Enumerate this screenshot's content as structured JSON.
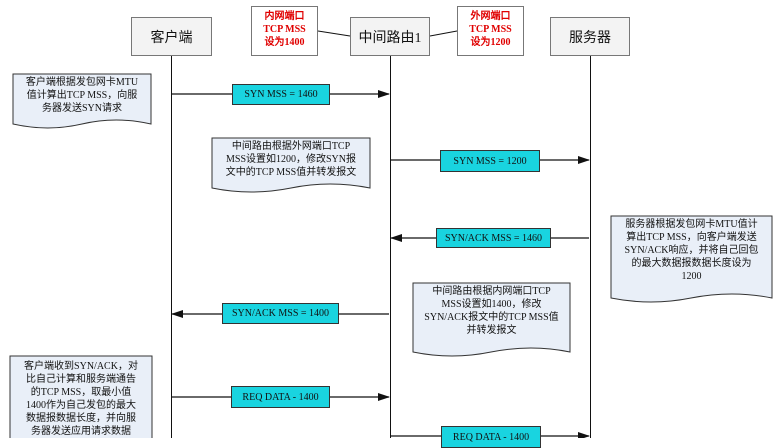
{
  "participants": {
    "client": "客户端",
    "router": "中间路由1",
    "server": "服务器"
  },
  "ports": {
    "inner": [
      "内网端口",
      "TCP MSS",
      "设为1400"
    ],
    "outer": [
      "外网端口",
      "TCP MSS",
      "设为1200"
    ]
  },
  "messages": {
    "m1": "SYN MSS = 1460",
    "m2": "SYN MSS = 1200",
    "m3": "SYN/ACK MSS = 1460",
    "m4": "SYN/ACK MSS = 1400",
    "m5": "REQ DATA - 1400",
    "m6": "REQ DATA - 1400"
  },
  "notes": {
    "n1": [
      "客户端根据发包网卡MTU",
      "值计算出TCP MSS，向服",
      "务器发送SYN请求"
    ],
    "n2": [
      "中间路由根据外网端口TCP",
      "MSS设置如1200，修改SYN报",
      "文中的TCP MSS值并转发报文"
    ],
    "n3": [
      "服务器根据发包网卡MTU值计",
      "算出TCP MSS，向客户端发送",
      "SYN/ACK响应，并将自己回包",
      "的最大数据报数据长度设为",
      "1200"
    ],
    "n4": [
      "中间路由根据内网端口TCP",
      "MSS设置如1400，修改",
      "SYN/ACK报文中的TCP MSS值",
      "并转发报文"
    ],
    "n5": [
      "客户端收到SYN/ACK，对",
      "比自己计算和服务端通告",
      "的TCP MSS，取最小值",
      "1400作为自己发包的最大",
      "数据报数据长度，并向服",
      "务器发送应用请求数据"
    ]
  },
  "colors": {
    "message_fill": "#19d4e0",
    "note_fill": "#e9eff8",
    "port_text": "#e00000"
  }
}
